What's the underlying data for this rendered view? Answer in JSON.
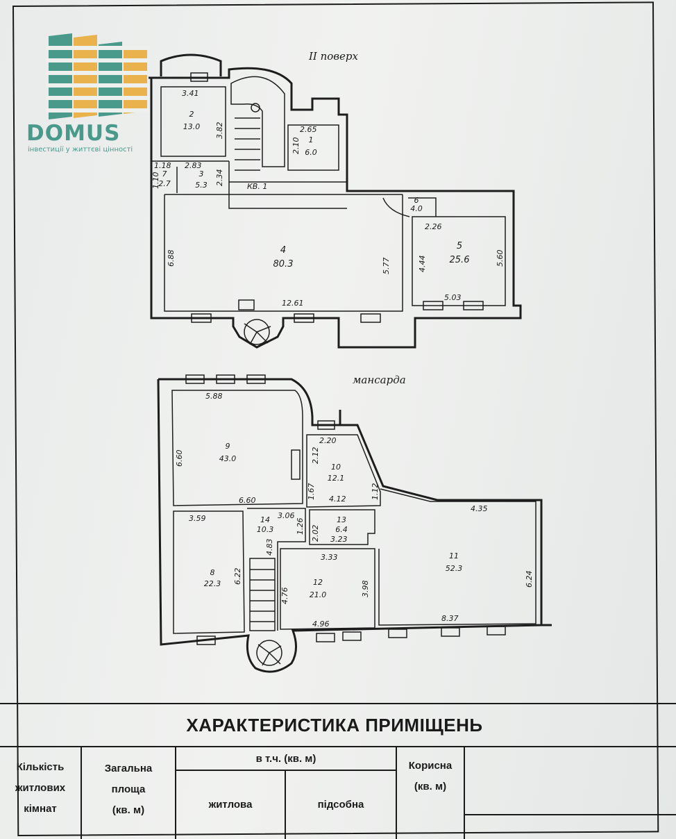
{
  "logo": {
    "word": "DOMUS",
    "tagline": "інвестиції у життєві цінності"
  },
  "plan_upper": {
    "title": "II поверх",
    "flat_label": "КВ. 1",
    "rooms": [
      {
        "num": "1",
        "area": "6.0"
      },
      {
        "num": "2",
        "area": "13.0"
      },
      {
        "num": "3",
        "area": "5.3"
      },
      {
        "num": "4",
        "area": "80.3"
      },
      {
        "num": "5",
        "area": "25.6"
      },
      {
        "num": "6",
        "area": "4.0"
      },
      {
        "num": "7",
        "area": "2.7"
      }
    ],
    "dims": [
      "3.41",
      "3.82",
      "2.65",
      "2.10",
      "2.83",
      "2.34",
      "1.10",
      "1.18",
      "6.88",
      "12.61",
      "5.77",
      "2.26",
      "4.44",
      "5.60",
      "5.03"
    ]
  },
  "plan_attic": {
    "title": "мансарда",
    "rooms": [
      {
        "num": "8",
        "area": "22.3"
      },
      {
        "num": "9",
        "area": "43.0"
      },
      {
        "num": "10",
        "area": "12.1"
      },
      {
        "num": "11",
        "area": "52.3"
      },
      {
        "num": "12",
        "area": "21.0"
      },
      {
        "num": "13",
        "area": "6.4"
      },
      {
        "num": "14",
        "area": "10.3"
      }
    ],
    "dims": [
      "5.88",
      "6.60",
      "6.60",
      "2.20",
      "2.12",
      "1.67",
      "4.12",
      "1.12",
      "4.35",
      "3.59",
      "3.06",
      "1.26",
      "2.02",
      "3.23",
      "6.22",
      "4.83",
      "3.33",
      "4.76",
      "3.98",
      "4.96",
      "6.24",
      "8.37"
    ]
  },
  "table": {
    "heading": "ХАРАКТЕРИСТИКА ПРИМІЩЕНЬ",
    "col1": [
      "Кількість",
      "житлових",
      "кімнат"
    ],
    "col2": [
      "Загальна",
      "площа",
      "(кв. м)"
    ],
    "group": "в т.ч. (кв. м)",
    "sub1": "житлова",
    "sub2": "підсобна",
    "col5": [
      "Корисна",
      "(кв. м)"
    ]
  }
}
